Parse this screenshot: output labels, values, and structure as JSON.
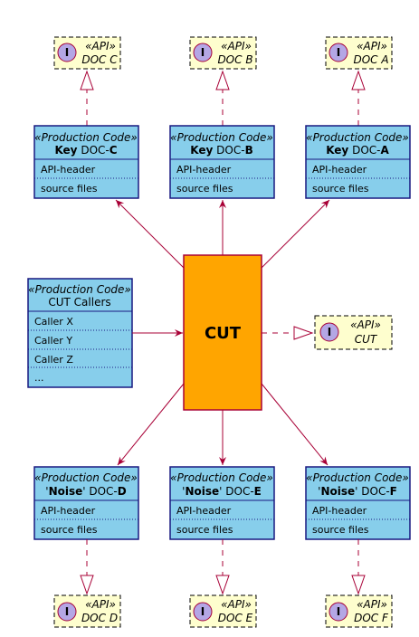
{
  "interfaces": {
    "doc_c": {
      "stereotype": "«API»",
      "name": "DOC C",
      "marker": "I"
    },
    "doc_b": {
      "stereotype": "«API»",
      "name": "DOC B",
      "marker": "I"
    },
    "doc_a": {
      "stereotype": "«API»",
      "name": "DOC A",
      "marker": "I"
    },
    "cut": {
      "stereotype": "«API»",
      "name": "CUT",
      "marker": "I"
    },
    "doc_d": {
      "stereotype": "«API»",
      "name": "DOC D",
      "marker": "I"
    },
    "doc_e": {
      "stereotype": "«API»",
      "name": "DOC E",
      "marker": "I"
    },
    "doc_f": {
      "stereotype": "«API»",
      "name": "DOC F",
      "marker": "I"
    }
  },
  "classes": {
    "key_c": {
      "stereotype": "«Production Code»",
      "bold": "Key",
      "mid": " DOC-",
      "suffix": "C",
      "members": [
        "API-header",
        "source files"
      ]
    },
    "key_b": {
      "stereotype": "«Production Code»",
      "bold": "Key",
      "mid": " DOC-",
      "suffix": "B",
      "members": [
        "API-header",
        "source files"
      ]
    },
    "key_a": {
      "stereotype": "«Production Code»",
      "bold": "Key",
      "mid": " DOC-",
      "suffix": "A",
      "members": [
        "API-header",
        "source files"
      ]
    },
    "callers": {
      "stereotype": "«Production Code»",
      "name": "CUT Callers",
      "members": [
        "Caller X",
        "Caller Y",
        "Caller Z",
        "..."
      ]
    },
    "noise_d": {
      "stereotype": "«Production Code»",
      "pre": "'",
      "bold": "Noise",
      "mid": "' DOC-",
      "suffix": "D",
      "members": [
        "API-header",
        "source files"
      ]
    },
    "noise_e": {
      "stereotype": "«Production Code»",
      "pre": "'",
      "bold": "Noise",
      "mid": "' DOC-",
      "suffix": "E",
      "members": [
        "API-header",
        "source files"
      ]
    },
    "noise_f": {
      "stereotype": "«Production Code»",
      "pre": "'",
      "bold": "Noise",
      "mid": "' DOC-",
      "suffix": "F",
      "members": [
        "API-header",
        "source files"
      ]
    }
  },
  "cut": {
    "label": "CUT",
    "color": "#FFA500"
  },
  "colors": {
    "class_fill": "#87CEEB",
    "interface_fill": "#FEFECE",
    "arrow": "#A80036"
  }
}
